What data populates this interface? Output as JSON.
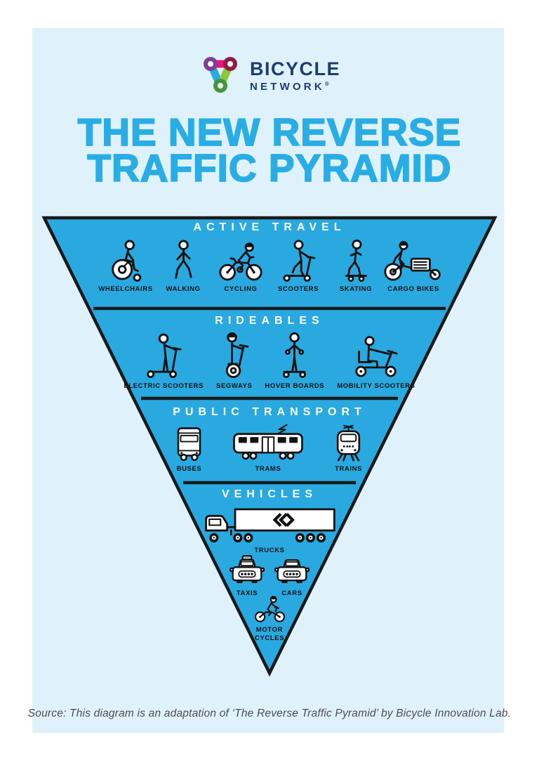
{
  "brand": {
    "name_line1": "BICYCLE",
    "name_line2": "NETWORK",
    "registered": "®"
  },
  "title": {
    "line1": "THE NEW REVERSE",
    "line2": "TRAFFIC PYRAMID"
  },
  "pyramid": {
    "tiers": [
      {
        "title": "ACTIVE TRAVEL",
        "items": [
          {
            "label": "WHEELCHAIRS",
            "icon": "wheelchair-icon"
          },
          {
            "label": "WALKING",
            "icon": "walking-person-icon"
          },
          {
            "label": "CYCLING",
            "icon": "cyclist-icon"
          },
          {
            "label": "SCOOTERS",
            "icon": "kick-scooter-icon"
          },
          {
            "label": "SKATING",
            "icon": "skateboarder-icon"
          },
          {
            "label": "CARGO BIKES",
            "icon": "cargo-bike-icon"
          }
        ]
      },
      {
        "title": "RIDEABLES",
        "items": [
          {
            "label": "ELECTRIC SCOOTERS",
            "icon": "electric-scooter-icon"
          },
          {
            "label": "SEGWAYS",
            "icon": "segway-icon"
          },
          {
            "label": "HOVER BOARDS",
            "icon": "hoverboard-icon"
          },
          {
            "label": "MOBILITY SCOOTERS",
            "icon": "mobility-scooter-icon"
          }
        ]
      },
      {
        "title": "PUBLIC TRANSPORT",
        "items": [
          {
            "label": "BUSES",
            "icon": "bus-icon"
          },
          {
            "label": "TRAMS",
            "icon": "tram-icon"
          },
          {
            "label": "TRAINS",
            "icon": "train-icon"
          }
        ]
      },
      {
        "title": "VEHICLES",
        "items": [
          {
            "label": "TRUCKS",
            "icon": "truck-icon"
          },
          {
            "label": "TAXIS",
            "icon": "taxi-icon"
          },
          {
            "label": "CARS",
            "icon": "car-icon"
          },
          {
            "label": "MOTOR CYCLES",
            "icon": "motorcycle-icon"
          }
        ]
      }
    ]
  },
  "footer": {
    "source": "Source: This diagram is an adaptation of ‘The Reverse Traffic Pyramid’ by Bicycle Innovation Lab."
  },
  "colors": {
    "page_background": "#ffffff",
    "panel_background": "#dff1fa",
    "title_blue": "#29ade4",
    "pyramid_blue": "#2aa9e1",
    "outline_black": "#1a1a1a",
    "brand_navy": "#1c3e6e",
    "source_gray": "#4d4d4f",
    "logo_purple": "#7e3f97",
    "logo_magenta": "#e5187d",
    "logo_maroon": "#8e1f44",
    "logo_cyan": "#29abe2",
    "logo_lime": "#8dc63f",
    "logo_green": "#41973b"
  }
}
